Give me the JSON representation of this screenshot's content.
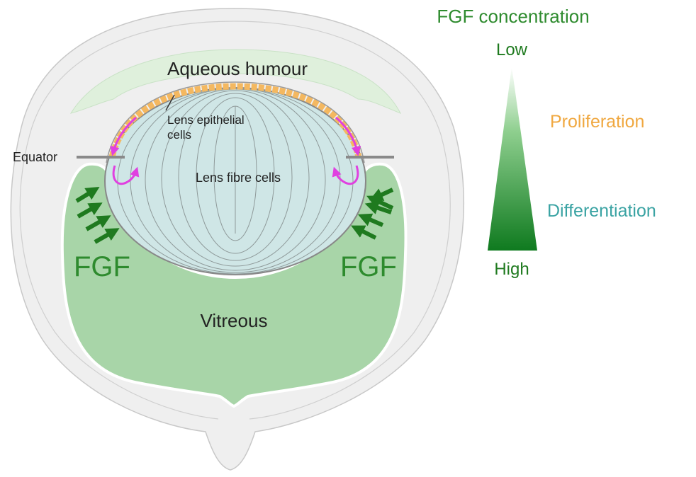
{
  "labels": {
    "aqueous": "Aqueous humour",
    "epithelial_line1": "Lens epithelial",
    "epithelial_line2": "cells",
    "equator": "Equator",
    "fibre": "Lens fibre cells",
    "fgf_left": "FGF",
    "fgf_right": "FGF",
    "vitreous": "Vitreous"
  },
  "legend": {
    "title": "FGF concentration",
    "low": "Low",
    "high": "High",
    "proliferation": "Proliferation",
    "differentiation": "Differentiation"
  },
  "colors": {
    "fgf_green": "#2e8b2e",
    "arrow_green": "#1f7a1f",
    "vitreous_fill": "#a8d5a8",
    "aqueous_fill": "#dff0dc",
    "outer_fill": "#efefef",
    "lens_fill": "#cfe6e6",
    "epithelium": "#f4b860",
    "proliferation_text": "#f0a840",
    "differentiation_text": "#3aa3a3",
    "magenta_arrow": "#e040e0",
    "equator_line": "#8a8a8a"
  }
}
